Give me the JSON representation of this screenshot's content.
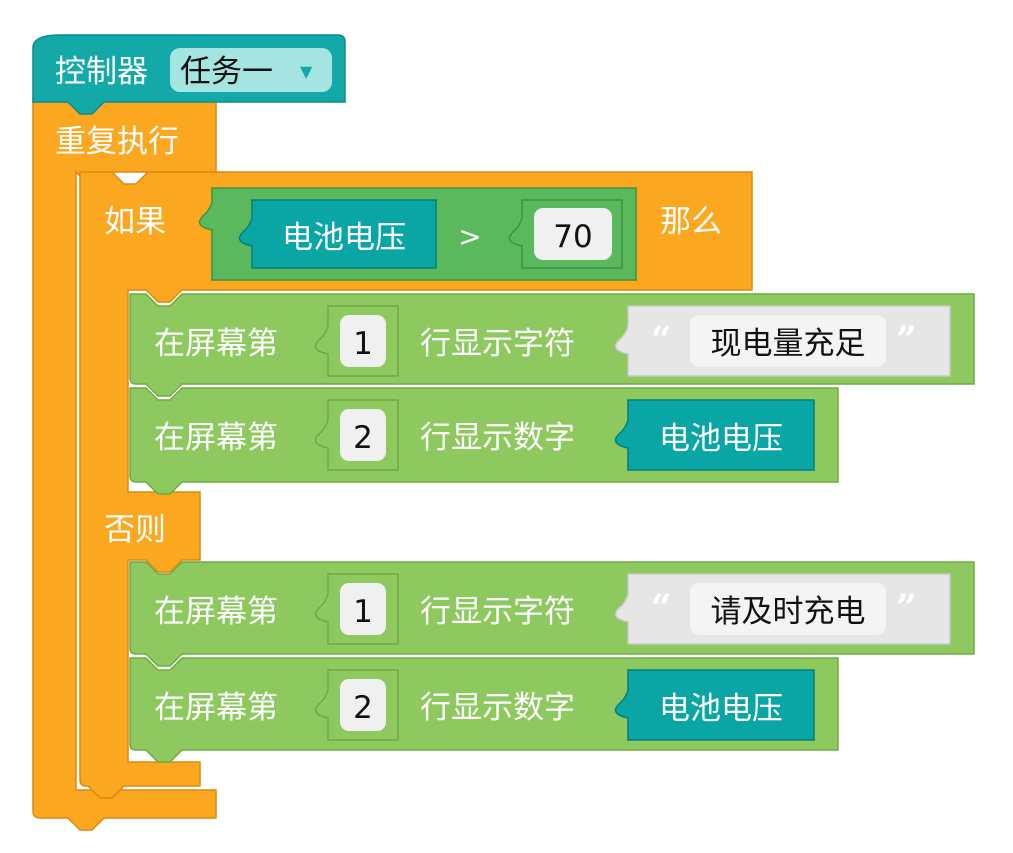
{
  "palette": {
    "controller": "#14a9a9",
    "controller_dark": "#0c8a8a",
    "loop": "#fba71f",
    "loop_dark": "#d98a10",
    "logic": "#5ab95c",
    "logic_dark": "#3f9441",
    "display": "#8ec95f",
    "display_dark": "#6fa943",
    "variable": "#0aa6a6",
    "variable_dark": "#057e7e",
    "field_bg": "#f0f0f0",
    "string_bg": "#e6e6e6"
  },
  "controller": {
    "label": "控制器",
    "task_value": "任务一",
    "dropdown_icon": "triangle-down-icon"
  },
  "loop": {
    "label": "重复执行"
  },
  "if_block": {
    "if_label": "如果",
    "then_label": "那么",
    "else_label": "否则",
    "condition": {
      "left_variable": "电池电压",
      "operator": ">",
      "right_value": "70"
    }
  },
  "then_statements": [
    {
      "prefix": "在屏幕第",
      "line": "1",
      "middle": "行显示字符",
      "value_type": "string",
      "open_quote": "“",
      "value": "现电量充足",
      "close_quote": "”"
    },
    {
      "prefix": "在屏幕第",
      "line": "2",
      "middle": "行显示数字",
      "value_type": "variable",
      "value": "电池电压"
    }
  ],
  "else_statements": [
    {
      "prefix": "在屏幕第",
      "line": "1",
      "middle": "行显示字符",
      "value_type": "string",
      "open_quote": "“",
      "value": "请及时充电",
      "close_quote": "”"
    },
    {
      "prefix": "在屏幕第",
      "line": "2",
      "middle": "行显示数字",
      "value_type": "variable",
      "value": "电池电压"
    }
  ]
}
